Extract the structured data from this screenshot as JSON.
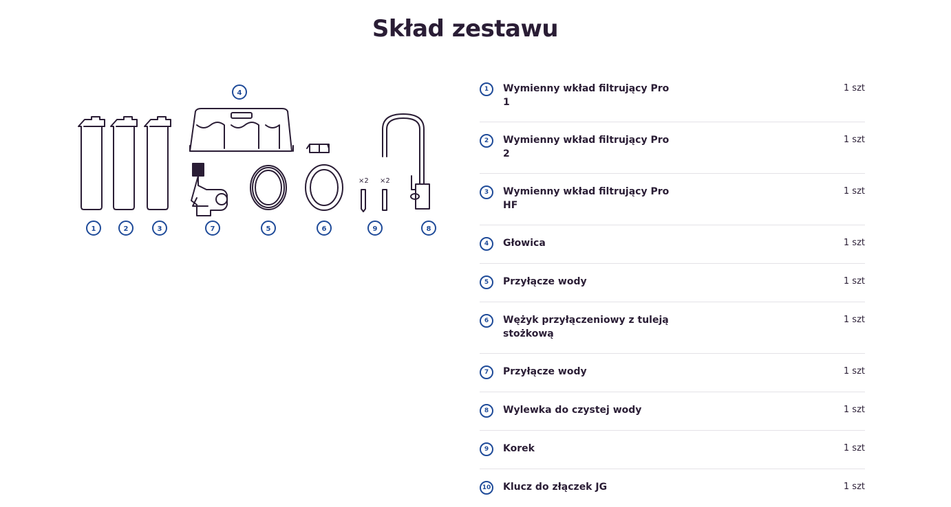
{
  "page": {
    "title": "Skład zestawu"
  },
  "illustration": {
    "labels": [
      "1",
      "2",
      "3",
      "4",
      "7",
      "5",
      "6",
      "9",
      "8"
    ],
    "qty_marks": [
      "×2",
      "×2"
    ]
  },
  "items": [
    {
      "num": "1",
      "name": "Wymienny wkład filtrujący Pro 1",
      "qty": "1 szt"
    },
    {
      "num": "2",
      "name": "Wymienny wkład filtrujący Pro 2",
      "qty": "1 szt"
    },
    {
      "num": "3",
      "name": "Wymienny wkład filtrujący Pro HF",
      "qty": "1 szt"
    },
    {
      "num": "4",
      "name": "Głowica",
      "qty": "1 szt"
    },
    {
      "num": "5",
      "name": "Przyłącze wody",
      "qty": "1 szt"
    },
    {
      "num": "6",
      "name": "Wężyk przyłączeniowy z tuleją stożkową",
      "qty": "1 szt"
    },
    {
      "num": "7",
      "name": "Przyłącze wody",
      "qty": "1 szt"
    },
    {
      "num": "8",
      "name": "Wylewka do czystej wody",
      "qty": "1 szt"
    },
    {
      "num": "9",
      "name": "Korek",
      "qty": "1 szt"
    },
    {
      "num": "10",
      "name": "Klucz do złączek JG",
      "qty": "1 szt"
    }
  ],
  "colors": {
    "accent": "#1f4b99",
    "text": "#2a1d35",
    "divider": "#e4e2e7"
  }
}
